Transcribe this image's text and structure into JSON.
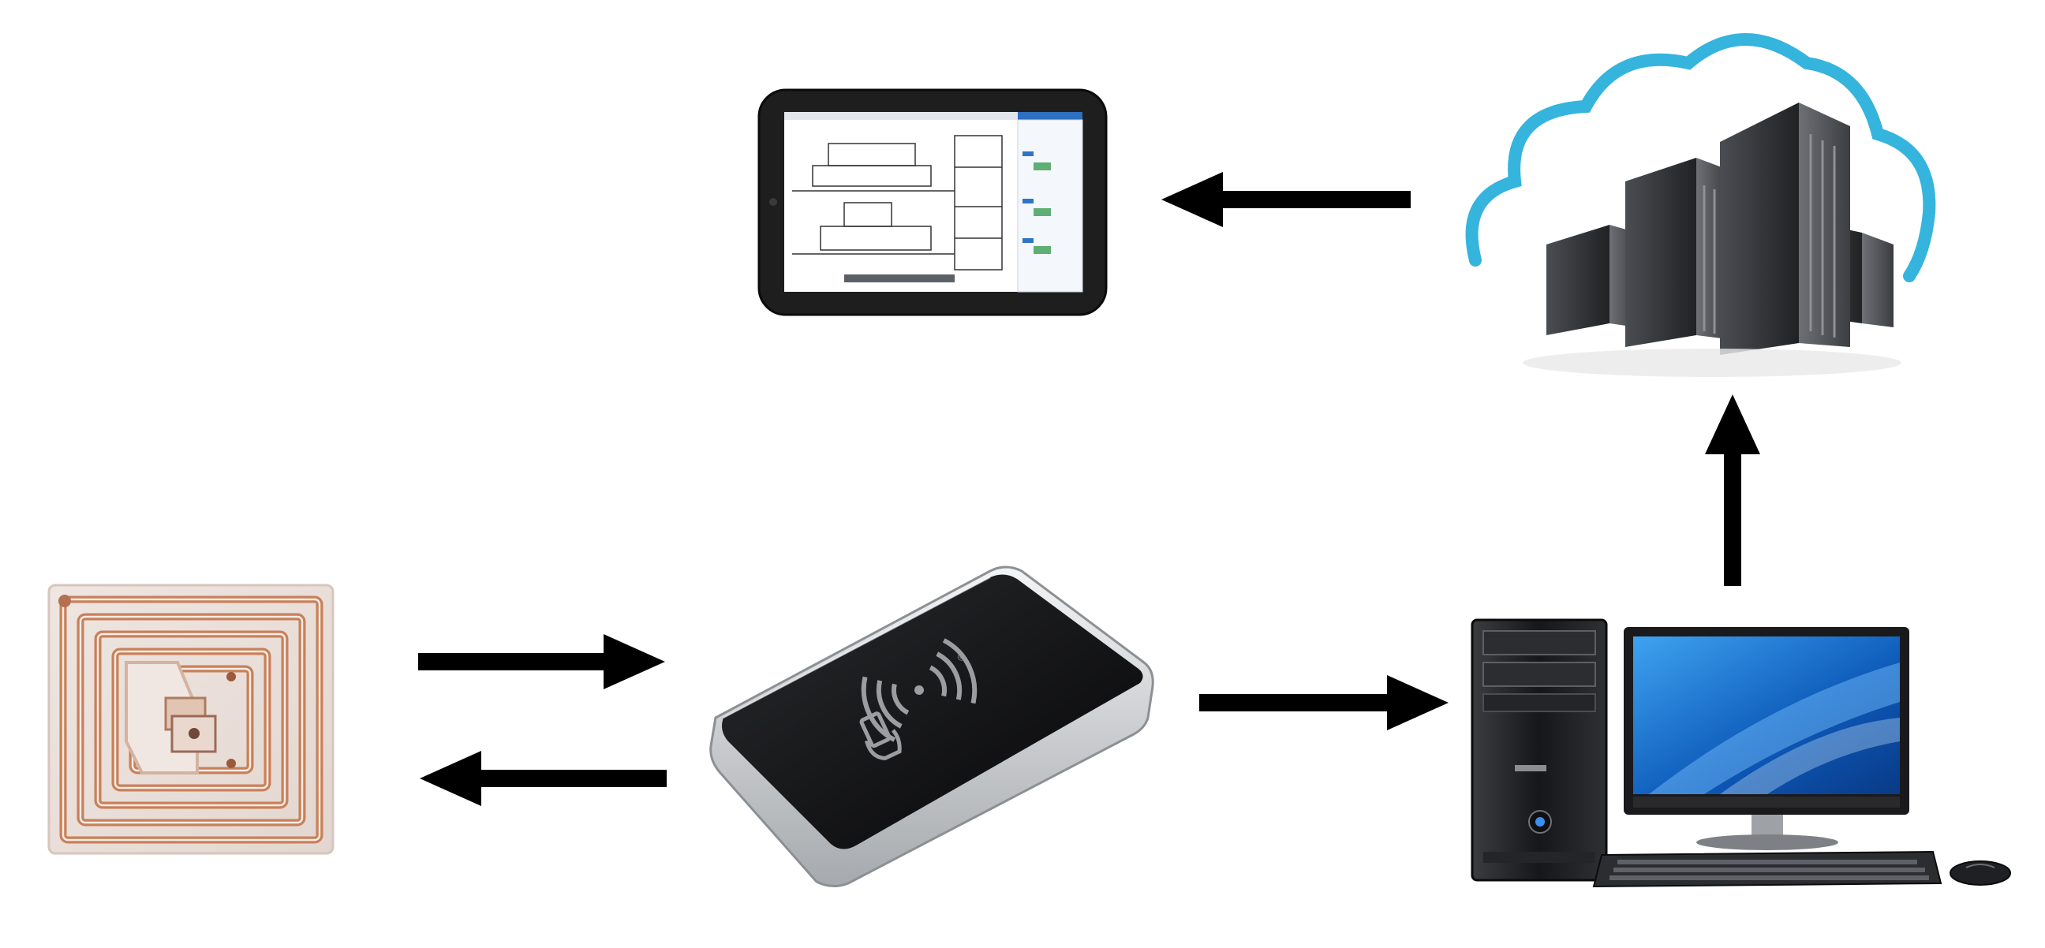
{
  "diagram": {
    "nodes": [
      {
        "id": "rfid-tag",
        "icon": "rfid-tag-icon"
      },
      {
        "id": "rfid-reader",
        "icon": "rfid-reader-icon"
      },
      {
        "id": "desktop-computer",
        "icon": "desktop-computer-icon"
      },
      {
        "id": "cloud-servers",
        "icon": "cloud-server-icon"
      },
      {
        "id": "tablet",
        "icon": "tablet-icon"
      }
    ],
    "edges": [
      {
        "from": "rfid-tag",
        "to": "rfid-reader"
      },
      {
        "from": "rfid-reader",
        "to": "rfid-tag"
      },
      {
        "from": "rfid-reader",
        "to": "desktop-computer"
      },
      {
        "from": "desktop-computer",
        "to": "cloud-servers"
      },
      {
        "from": "cloud-servers",
        "to": "tablet"
      }
    ]
  },
  "colors": {
    "arrow": "#000000",
    "tag_copper": "#c9805a",
    "tag_background": "#f4f0ee",
    "reader_body": "#d9dcde",
    "reader_pad": "#0d0d0f",
    "cloud_outline": "#35b4dd",
    "server": "#2a2c2f",
    "monitor_screen": "#1a6fd0",
    "tablet_frame": "#1e1e1e"
  }
}
